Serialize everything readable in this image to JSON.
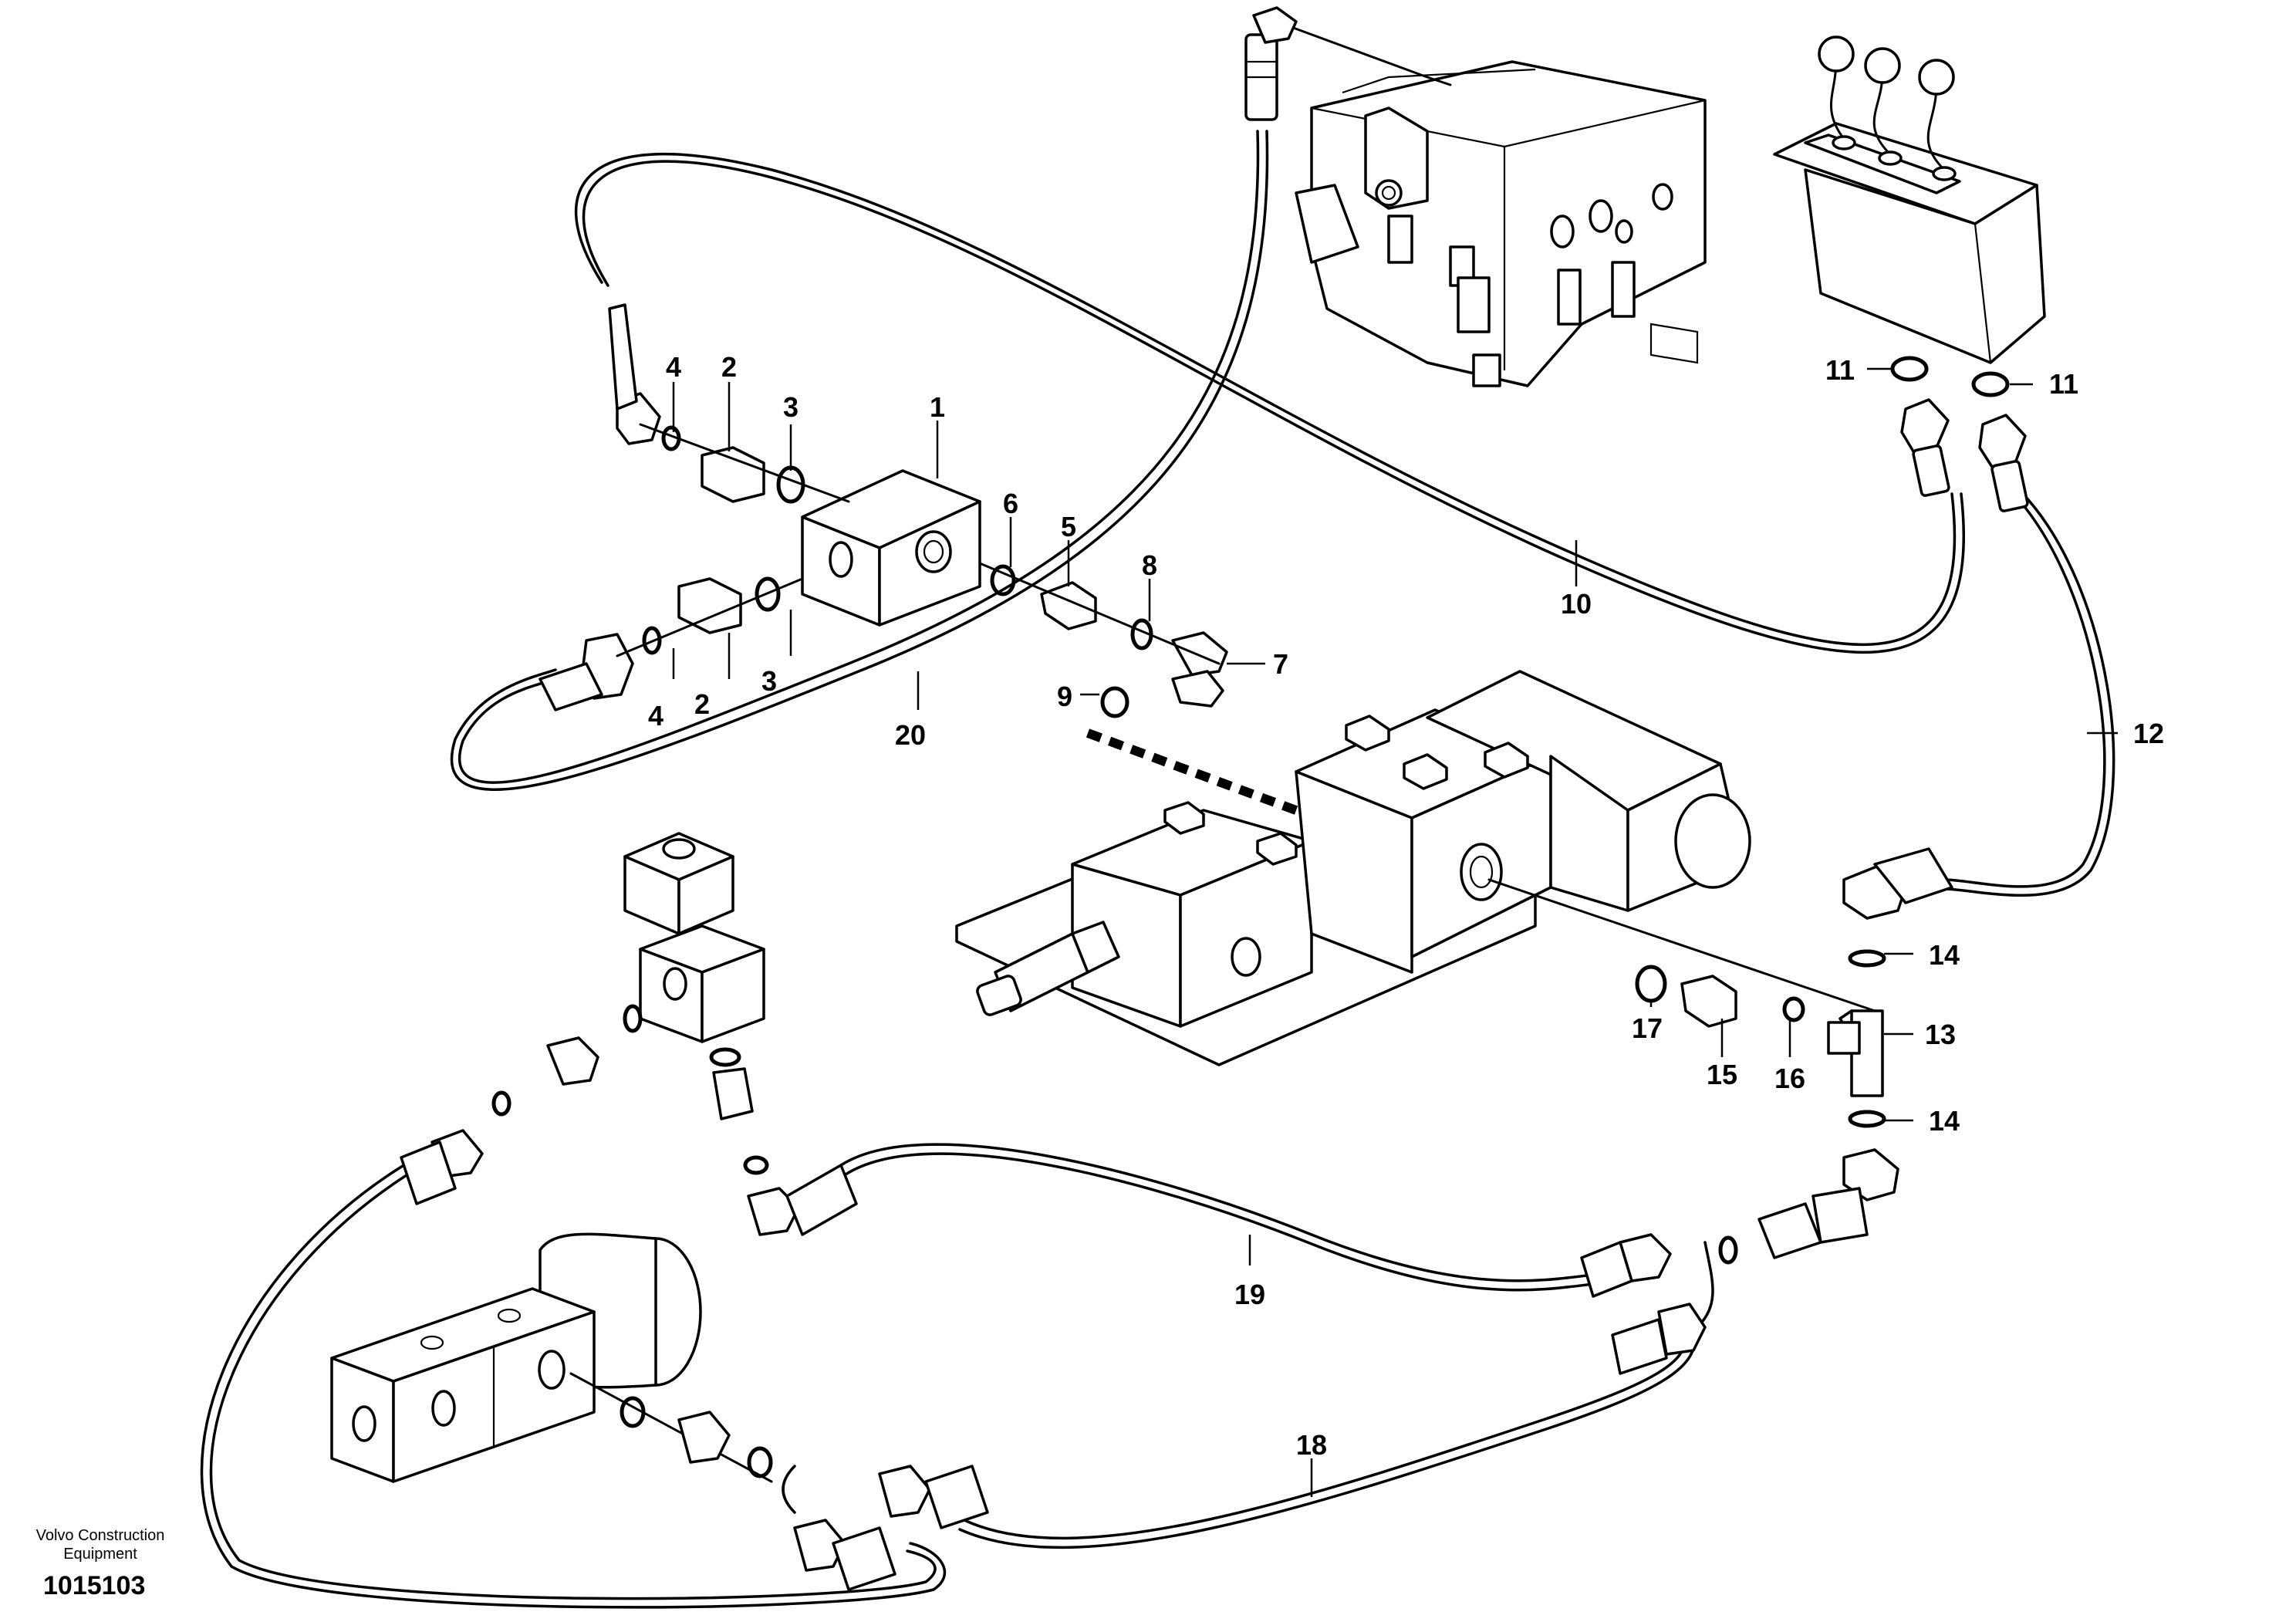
{
  "callouts": [
    "1",
    "2",
    "3",
    "4",
    "5",
    "6",
    "7",
    "8",
    "9",
    "10",
    "11",
    "12",
    "13",
    "14",
    "15",
    "16",
    "17",
    "18",
    "19",
    "20"
  ],
  "footer": {
    "brand": "Volvo Construction Equipment",
    "doc_number": "1015103"
  }
}
